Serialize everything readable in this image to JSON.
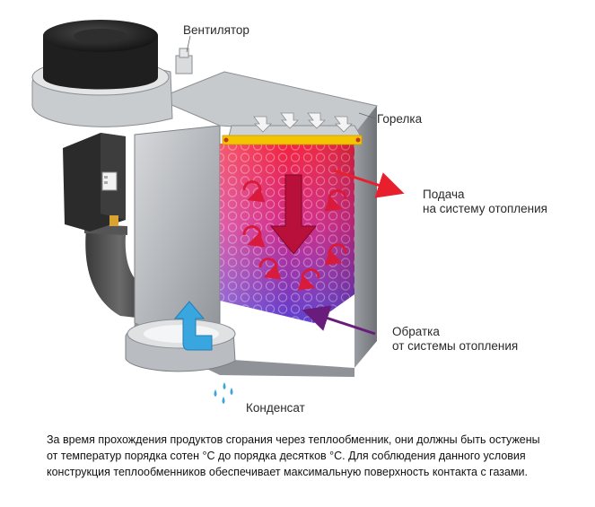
{
  "labels": {
    "fan": "Вентилятор",
    "burner": "Горелка",
    "supply_line1": "Подача",
    "supply_line2": "на систему отопления",
    "return_line1": "Обратка",
    "return_line2": "от системы отопления",
    "condensate": "Конденсат"
  },
  "caption": [
    "За время прохождения продуктов сгорания через теплообменник, они должны быть остужены",
    "от температур порядка сотен °C до порядка десятков °C. Для соблюдения данного условия",
    "конструкция теплообменников обеспечивает максимальную поверхность контакта с газами."
  ],
  "colors": {
    "supply_arrow": "#e8202e",
    "return_arrow": "#6a1c7c",
    "air_arrow": "#3aa6e0",
    "burner": "#f5c400",
    "heat_hot": "#f0203a",
    "heat_cold": "#5a3fd0",
    "body_metal": "#a9adb2",
    "fan": "#262626"
  }
}
